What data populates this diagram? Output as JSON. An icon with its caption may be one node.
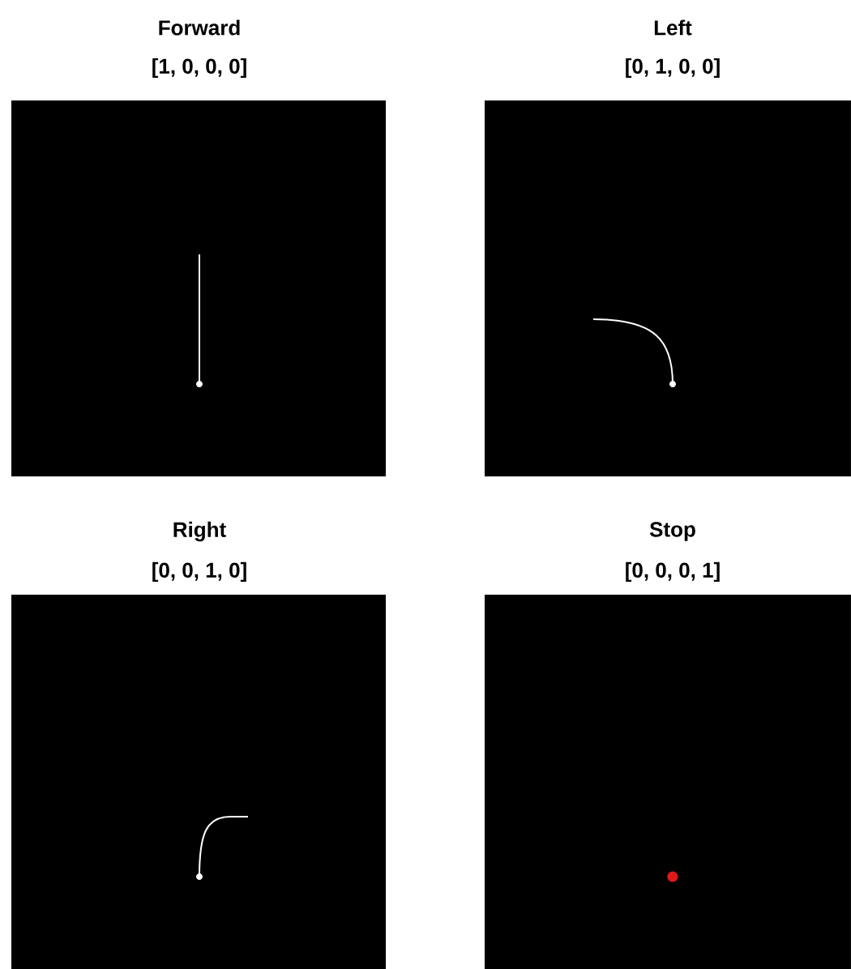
{
  "diagram": {
    "nodes": [
      {
        "text": [
          "Forward",
          "[1, 0, 0, 0]"
        ]
      },
      {
        "text": [
          "Left",
          "[0, 1, 0, 0]"
        ]
      },
      {
        "text": [
          "Right",
          "[0, 0, 1, 0]"
        ]
      },
      {
        "text": [
          "Stop",
          "[0, 0, 0, 1]"
        ]
      }
    ]
  }
}
